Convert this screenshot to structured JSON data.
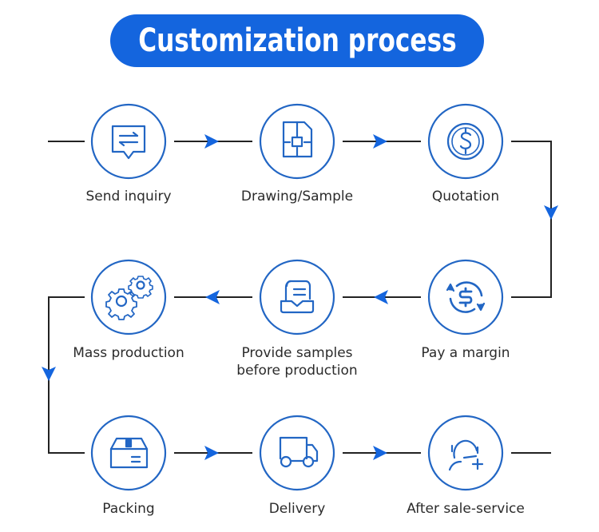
{
  "title": "Customization process",
  "colors": {
    "accent": "#1465de",
    "icon_stroke": "#2266c4",
    "line": "#222222",
    "text": "#2b2b2b"
  },
  "steps": [
    {
      "label": "Send inquiry",
      "icon": "chat-exchange-icon"
    },
    {
      "label": "Drawing/Sample",
      "icon": "blueprint-icon"
    },
    {
      "label": "Quotation",
      "icon": "dollar-coin-icon"
    },
    {
      "label": "Pay a margin",
      "icon": "dollar-cycle-icon"
    },
    {
      "label": "Provide samples before production",
      "label_lines": [
        "Provide samples",
        "before production"
      ],
      "icon": "document-tray-icon"
    },
    {
      "label": "Mass production",
      "icon": "gears-icon"
    },
    {
      "label": "Packing",
      "icon": "box-icon"
    },
    {
      "label": "Delivery",
      "icon": "truck-icon"
    },
    {
      "label": "After sale-service",
      "icon": "support-agent-icon"
    }
  ]
}
